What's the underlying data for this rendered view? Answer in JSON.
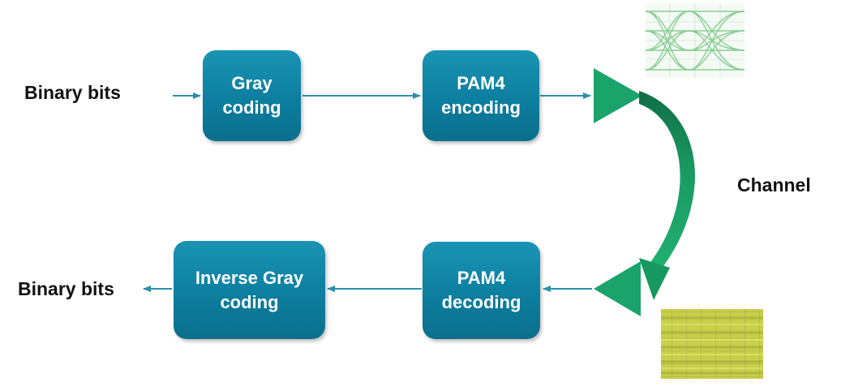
{
  "labels": {
    "input": "Binary bits",
    "output": "Binary bits",
    "channel": "Channel"
  },
  "blocks": {
    "gray_coding": [
      "Gray",
      "coding"
    ],
    "pam4_encoding": [
      "PAM4",
      "encoding"
    ],
    "pam4_decoding": [
      "PAM4",
      "decoding"
    ],
    "inverse_gray_coding": [
      "Inverse Gray",
      "coding"
    ]
  },
  "colors": {
    "block": "#0d7e9f",
    "arrow": "#2b8fad",
    "amplifier": "#1aa36a",
    "eye_tx": "#7fc98a",
    "eye_rx": "#c8cf4a"
  },
  "icons": {
    "tx_eye": "eye-diagram-pam4",
    "rx_eye": "eye-diagram-noisy",
    "amplifier": "triangle-amplifier",
    "channel": "curved-channel-arrow"
  }
}
